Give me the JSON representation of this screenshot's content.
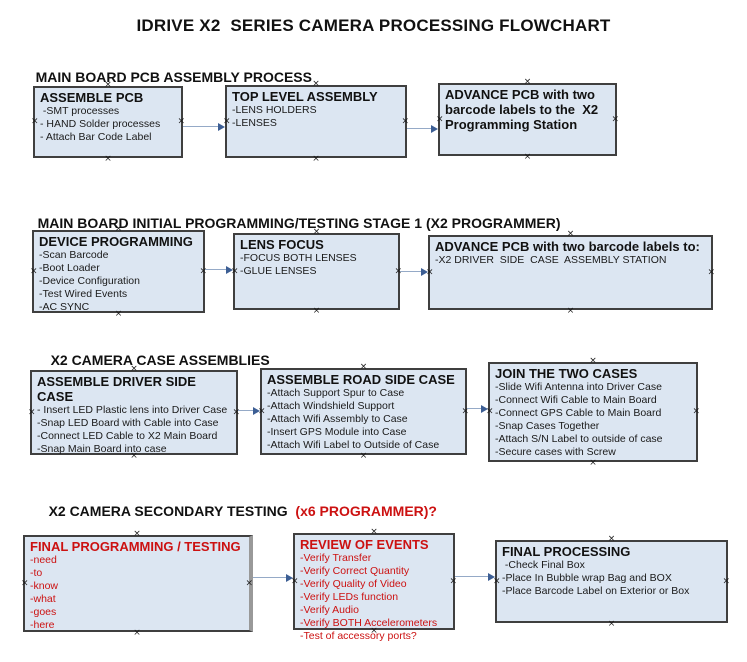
{
  "title": "IDRIVE X2  SERIES CAMERA PROCESSING FLOWCHART",
  "handle_glyph": "×",
  "colors": {
    "box_fill": "#dce6f2",
    "box_border": "#3f3f3f",
    "red": "#cc1111",
    "connector_line": "#95aac7",
    "connector_arrow": "#3c5e94",
    "shadow": "#999999"
  },
  "sections": [
    {
      "heading": "MAIN BOARD PCB ASSEMBLY PROCESS",
      "heading_suffix": "",
      "boxes": [
        {
          "title": "ASSEMBLE PCB",
          "items": [
            " -SMT processes",
            "- HAND Solder processes",
            "- Attach Bar Code Label"
          ]
        },
        {
          "title": "TOP LEVEL ASSEMBLY",
          "items": [
            "-LENS HOLDERS",
            "-LENSES"
          ]
        },
        {
          "title": "ADVANCE PCB with two barcode labels to the  X2 Programming Station",
          "items": []
        }
      ]
    },
    {
      "heading": "MAIN BOARD INITIAL PROGRAMMING/TESTING STAGE 1 (X2 PROGRAMMER)",
      "heading_suffix": "",
      "boxes": [
        {
          "title": "DEVICE PROGRAMMING",
          "items": [
            "-Scan Barcode",
            "-Boot Loader",
            "-Device Configuration",
            "-Test Wired Events",
            "-AC SYNC"
          ]
        },
        {
          "title": "LENS FOCUS",
          "items": [
            "-FOCUS BOTH LENSES",
            "-GLUE LENSES"
          ]
        },
        {
          "title": "ADVANCE PCB with two barcode labels to:",
          "items": [
            "-X2 DRIVER  SIDE  CASE  ASSEMBLY STATION"
          ]
        }
      ]
    },
    {
      "heading": "X2 CAMERA CASE ASSEMBLIES",
      "heading_suffix": "",
      "boxes": [
        {
          "title": "ASSEMBLE DRIVER SIDE CASE",
          "items": [
            "- Insert LED Plastic lens into Driver Case",
            "-Snap LED Board with Cable into Case",
            "-Connect LED Cable to X2 Main Board",
            "-Snap Main Board into case"
          ]
        },
        {
          "title": "ASSEMBLE ROAD SIDE CASE",
          "items": [
            "-Attach Support Spur to Case",
            "-Attach Windshield Support",
            "-Attach Wifi Assembly to Case",
            "-Insert GPS Module into Case",
            "-Attach Wifi Label to Outside of Case"
          ]
        },
        {
          "title": "JOIN THE TWO CASES",
          "items": [
            "-Slide Wifi Antenna into Driver Case",
            "-Connect Wifi Cable to Main Board",
            "-Connect GPS Cable to Main Board",
            "-Snap Cases Together",
            "-Attach S/N Label to outside of case",
            "-Secure cases with Screw"
          ]
        }
      ]
    },
    {
      "heading": "X2 CAMERA SECONDARY TESTING  ",
      "heading_suffix": "(x6 PROGRAMMER)?",
      "boxes": [
        {
          "title": "FINAL PROGRAMMING / TESTING",
          "items": [
            "-need",
            "-to",
            "-know",
            "-what",
            "-goes",
            "-here"
          ]
        },
        {
          "title": "REVIEW OF EVENTS",
          "items": [
            "-Verify Transfer",
            "-Verify Correct Quantity",
            "-Verify Quality of Video",
            "-Verify LEDs function",
            "-Verify Audio",
            "-Verify BOTH Accelerometers",
            "-Test of accessory ports?"
          ]
        },
        {
          "title": "FINAL PROCESSING",
          "items": [
            " -Check Final Box",
            "-Place In Bubble wrap Bag and BOX",
            "-Place Barcode Label on Exterior or Box"
          ]
        }
      ]
    }
  ]
}
